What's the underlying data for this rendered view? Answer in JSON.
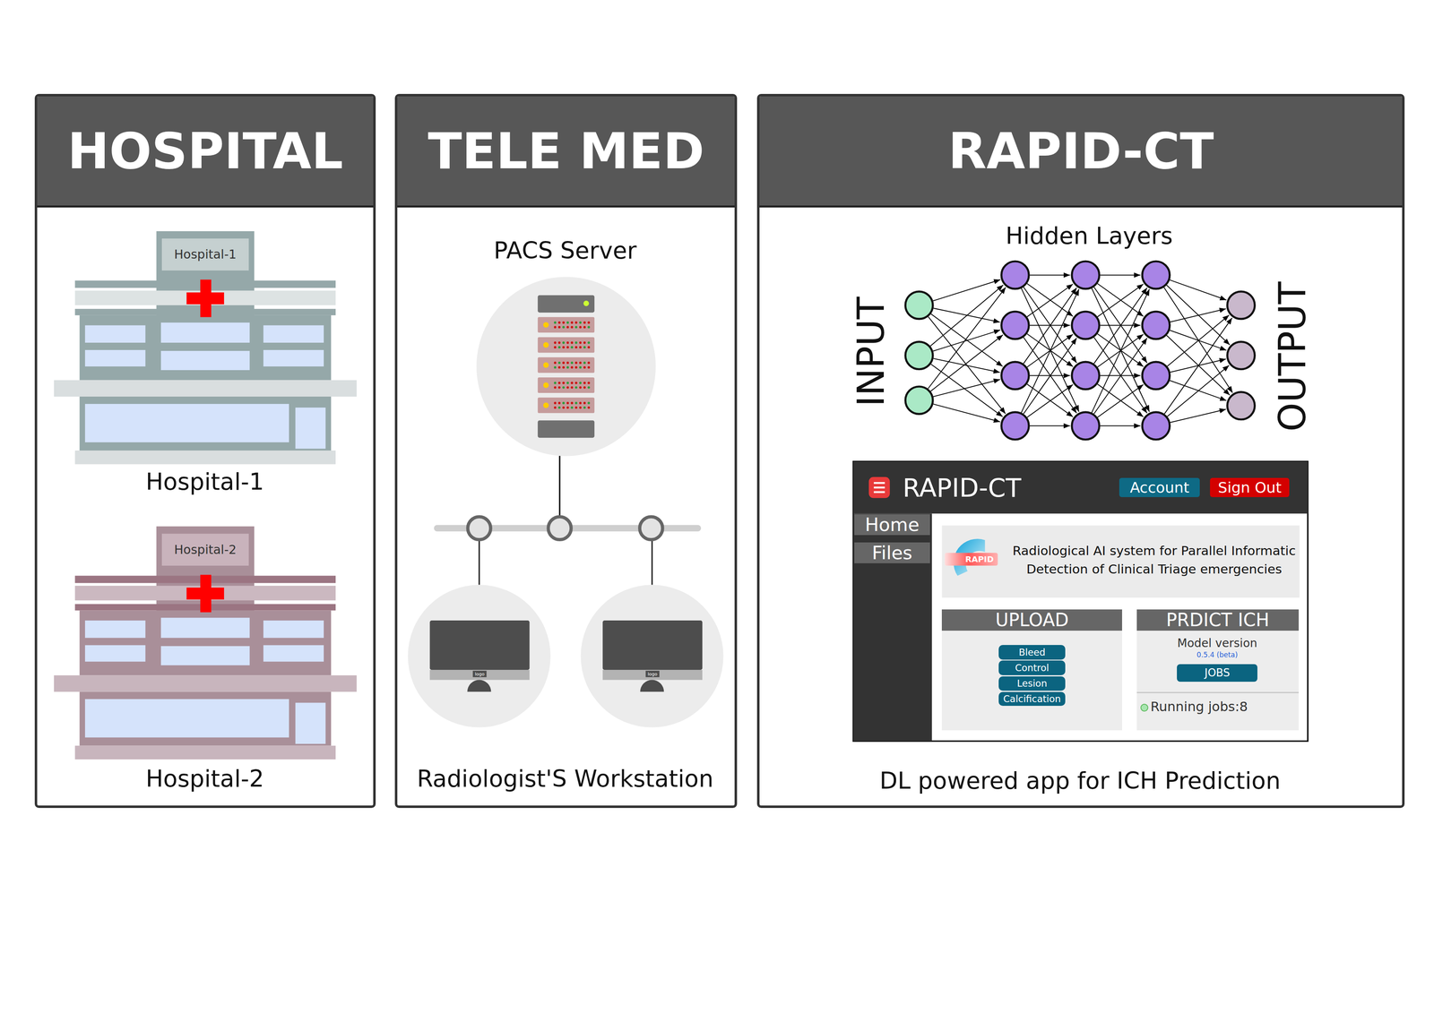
{
  "diagram": {
    "nodes": [
      {
        "text": [
          "HOSPITAL"
        ]
      },
      {
        "text": [
          "Hospital-1",
          "Hospital-1"
        ],
        "in": 0
      },
      {
        "text": [
          "Hospital-2",
          "Hospital-2"
        ],
        "in": 0
      },
      {
        "text": [
          "TELE MED"
        ]
      },
      {
        "text": [
          "PACS Server"
        ],
        "in": 3
      },
      {
        "text": [
          "logo"
        ],
        "in": 3
      },
      {
        "text": [
          "logo"
        ],
        "in": 3
      },
      {
        "text": [
          "RAPID-CT"
        ]
      },
      {
        "text": [
          "RAPID-CT"
        ],
        "in": 7
      },
      {
        "text": [
          "Account"
        ],
        "in": 8
      },
      {
        "text": [
          "Sign Out"
        ],
        "in": 8
      },
      {
        "text": [
          "Home"
        ],
        "in": 8
      },
      {
        "text": [
          "Files"
        ],
        "in": 8
      },
      {
        "text": [
          "RAPID",
          "Radiological AI system for Parallel Informatic Detection of Clinical Triage emergencies"
        ],
        "in": 8
      },
      {
        "text": [
          "UPLOAD"
        ],
        "in": 8
      },
      {
        "text": [
          "Bleed"
        ],
        "in": 14
      },
      {
        "text": [
          "Control"
        ],
        "in": 14
      },
      {
        "text": [
          "Lesion"
        ],
        "in": 14
      },
      {
        "text": [
          "Calcification"
        ],
        "in": 14
      },
      {
        "text": [
          "PRDICT ICH",
          "Model version",
          "0.5.4 (beta)",
          "Running jobs:8"
        ],
        "in": 8
      },
      {
        "text": [
          "JOBS"
        ],
        "in": 19
      }
    ],
    "edges": [
      {
        "from": 4,
        "to": 5,
        "arrow": "none"
      },
      {
        "from": 4,
        "to": 6,
        "arrow": "none"
      }
    ],
    "labels": [
      "Radiologist'S Workstation",
      "Hidden Layers",
      "INPUT",
      "OUTPUT",
      "DL powered app for ICH Prediction"
    ]
  }
}
